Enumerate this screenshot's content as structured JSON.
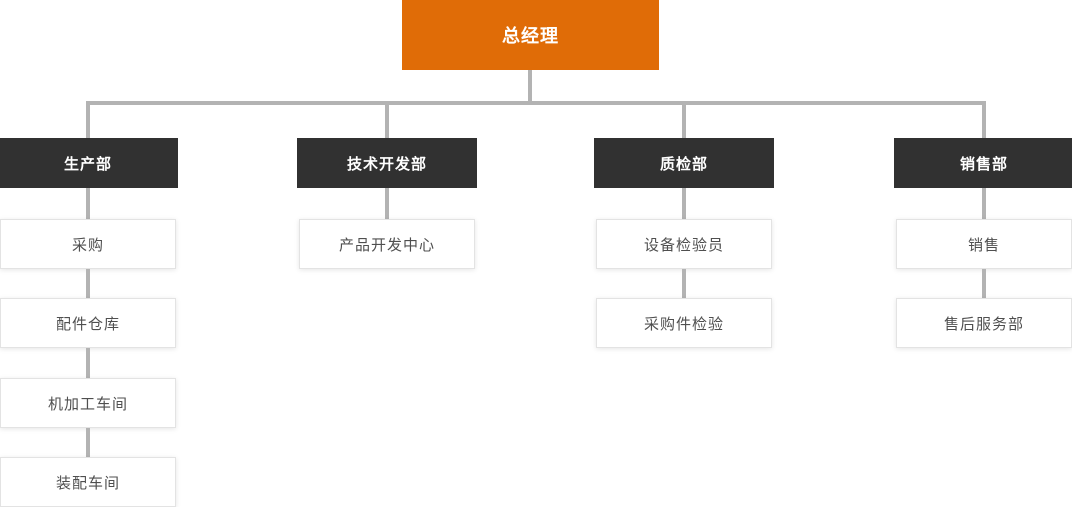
{
  "chart": {
    "root": {
      "label": "总经理"
    },
    "departments": [
      {
        "label": "生产部",
        "children": [
          "采购",
          "配件仓库",
          "机加工车间",
          "装配车间"
        ]
      },
      {
        "label": "技术开发部",
        "children": [
          "产品开发中心"
        ]
      },
      {
        "label": "质检部",
        "children": [
          "设备检验员",
          "采购件检验"
        ]
      },
      {
        "label": "销售部",
        "children": [
          "销售",
          "售后服务部"
        ]
      }
    ]
  },
  "colors": {
    "root_bg": "#e06c07",
    "root_text": "#ffffff",
    "dept_bg": "#313131",
    "dept_text": "#ffffff",
    "connector": "#b3b3b3",
    "node_border": "#e3e3e3",
    "node_text": "#4f4f4f"
  }
}
